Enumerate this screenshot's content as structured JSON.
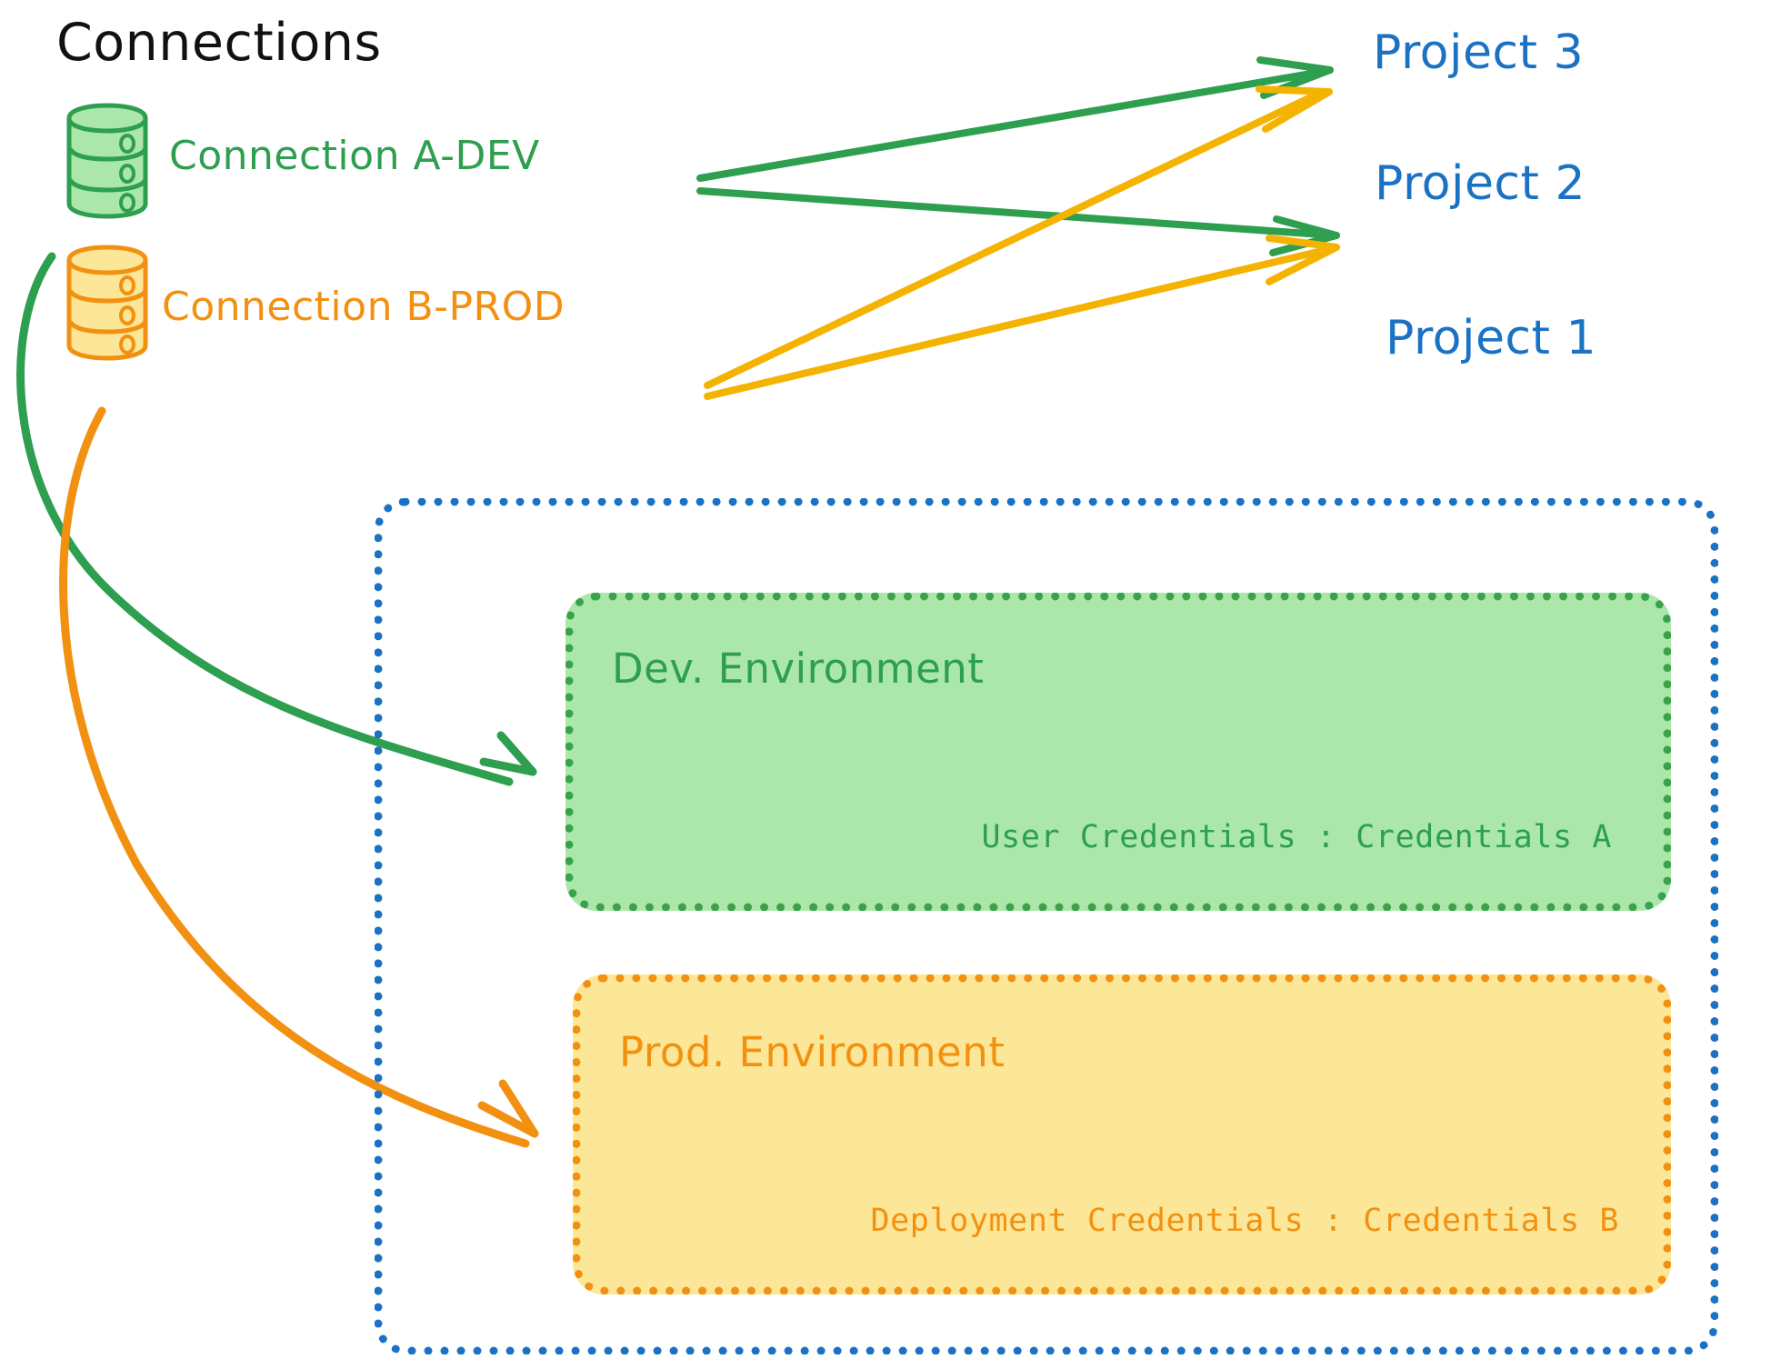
{
  "title": "Connections",
  "connections": [
    {
      "id": "connection-a-dev",
      "label": "Connection A-DEV",
      "color": "#2e9e4f",
      "fill": "#abe7ab",
      "icon": "database-cylinder-icon",
      "targets": [
        "Project 3",
        "Project 2",
        "Dev. Environment"
      ]
    },
    {
      "id": "connection-b-prod",
      "label": "Connection B-PROD",
      "color": "#f29111",
      "fill": "#fce697",
      "icon": "database-cylinder-icon",
      "targets": [
        "Project 3",
        "Project 2",
        "Prod. Environment"
      ]
    }
  ],
  "projects": [
    {
      "id": "project-3",
      "label": "Project 3",
      "color": "#1b72c4"
    },
    {
      "id": "project-2",
      "label": "Project 2",
      "color": "#1b72c4"
    },
    {
      "id": "project-1",
      "label": "Project 1",
      "color": "#1b72c4"
    }
  ],
  "project1": {
    "label": "Project 1",
    "border_color": "#1b72c4",
    "environments": [
      {
        "id": "dev-environment",
        "title": "Dev. Environment",
        "credentials_label": "User Credentials : Credentials A",
        "color": "#2e9e4f",
        "fill": "#abe7ab"
      },
      {
        "id": "prod-environment",
        "title": "Prod. Environment",
        "credentials_label": "Deployment Credentials : Credentials B",
        "color": "#f29111",
        "fill": "#fce697"
      }
    ]
  },
  "colors": {
    "green_stroke": "#2e9e4f",
    "green_fill": "#abe7ab",
    "orange_stroke": "#f29111",
    "amber_arrow": "#f5b301",
    "blue": "#1b72c4",
    "ink": "#111111",
    "background": "#ffffff"
  }
}
